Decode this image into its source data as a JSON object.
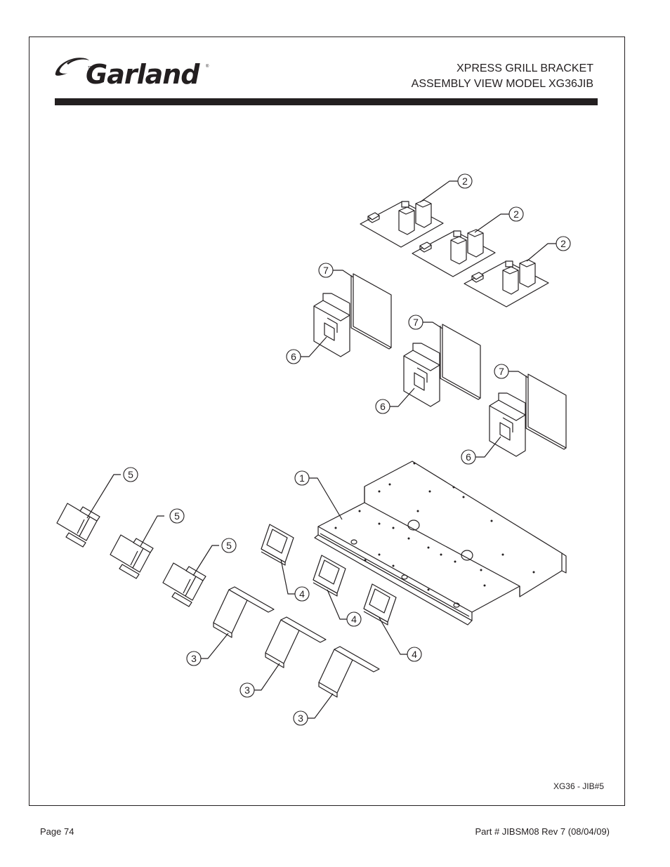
{
  "brand": {
    "name": "Garland",
    "tm": "TM",
    "reg": "®"
  },
  "title": {
    "line1": "XPRESS GRILL BRACKET",
    "line2": "ASSEMBLY VIEW MODEL XG36JIB"
  },
  "callouts": {
    "c1": "1",
    "c2": "2",
    "c3": "3",
    "c4": "4",
    "c5": "5",
    "c6": "6",
    "c7": "7"
  },
  "figure_id": "XG36 - JIB#5",
  "footer": {
    "page": "Page 74",
    "part": "Part # JIBSM08 Rev 7 (08/04/09)"
  }
}
